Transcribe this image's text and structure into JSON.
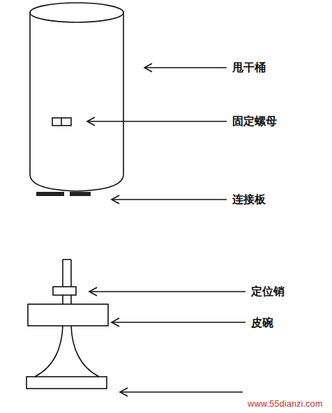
{
  "diagram": {
    "labels": [
      "甩干桶",
      "固定螺母",
      "连接板",
      "定位销",
      "皮碗",
      "www.55dianzi.com"
    ]
  }
}
